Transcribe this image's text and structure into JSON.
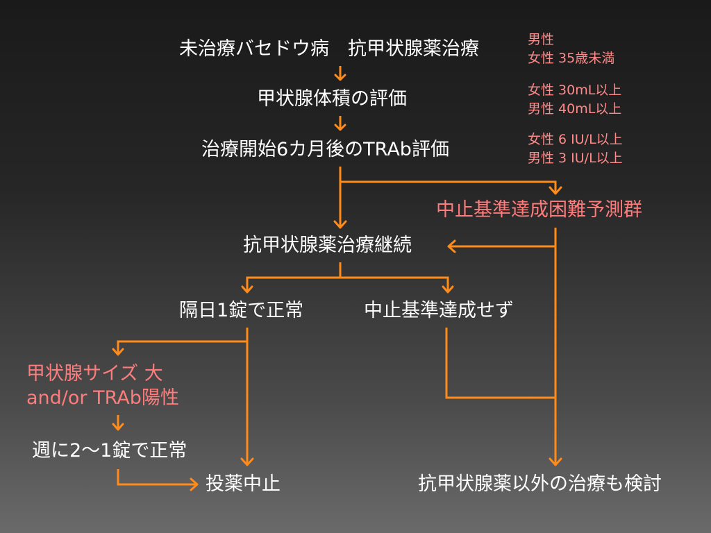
{
  "nodes": {
    "start": "未治療バセドウ病　抗甲状腺薬治療",
    "volume_eval": "甲状腺体積の評価",
    "trab_eval": "治療開始6カ月後のTRAb評価",
    "difficult_group": "中止基準達成困難予測群",
    "continue": "抗甲状腺薬治療継続",
    "alternate_day": "隔日1錠で正常",
    "not_achieved": "中止基準達成せず",
    "large_thyroid_line1": "甲状腺サイズ 大",
    "large_thyroid_line2": "and/or TRAb陽性",
    "weekly": "週に2～1錠で正常",
    "stop": "投薬中止",
    "other_treatment": "抗甲状腺薬以外の治療も検討"
  },
  "notes": {
    "criteria_1": [
      "男性",
      "女性 35歳未満"
    ],
    "criteria_2": [
      "女性 30mL以上",
      "男性 40mL以上"
    ],
    "criteria_3": [
      "女性 6 IU/L以上",
      "男性 3 IU/L以上"
    ]
  },
  "colors": {
    "arrow": "#ff8c1a",
    "highlight_text": "#ff7c7c",
    "note_text": "#ff8a8a",
    "text": "#ffffff"
  }
}
